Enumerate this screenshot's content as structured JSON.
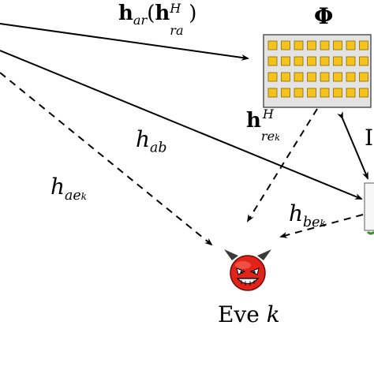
{
  "labels": {
    "h_ar": {
      "base": "h",
      "sub": "ar",
      "paren_open": "(",
      "paren_base": "h",
      "paren_sup": "H",
      "paren_sub": "ra",
      "paren_close": ")"
    },
    "phi": "Φ",
    "h_rek": {
      "base": "h",
      "sup": "H",
      "sub": "re",
      "subsub": "k"
    },
    "h_ab": {
      "base": "h",
      "sub": "ab"
    },
    "h_aek": {
      "base": "h",
      "sub": "ae",
      "subsub": "k"
    },
    "h_bek": {
      "base": "h",
      "sub": "be",
      "subsub": "k"
    },
    "eve": {
      "name": "Eve",
      "index": "k"
    },
    "bob_partial": "I"
  },
  "colors": {
    "panel_bg": "#e3e3e3",
    "panel_border": "#555555",
    "cell_fill": "#f5c31b",
    "cell_border": "#8a6a00",
    "devil_face": "#e0241b",
    "devil_horn": "#3a3a3a",
    "bob_accent": "#3f8f2e"
  },
  "icons": {
    "ris_panel": "ris-panel-icon",
    "eve": "devil-icon"
  }
}
